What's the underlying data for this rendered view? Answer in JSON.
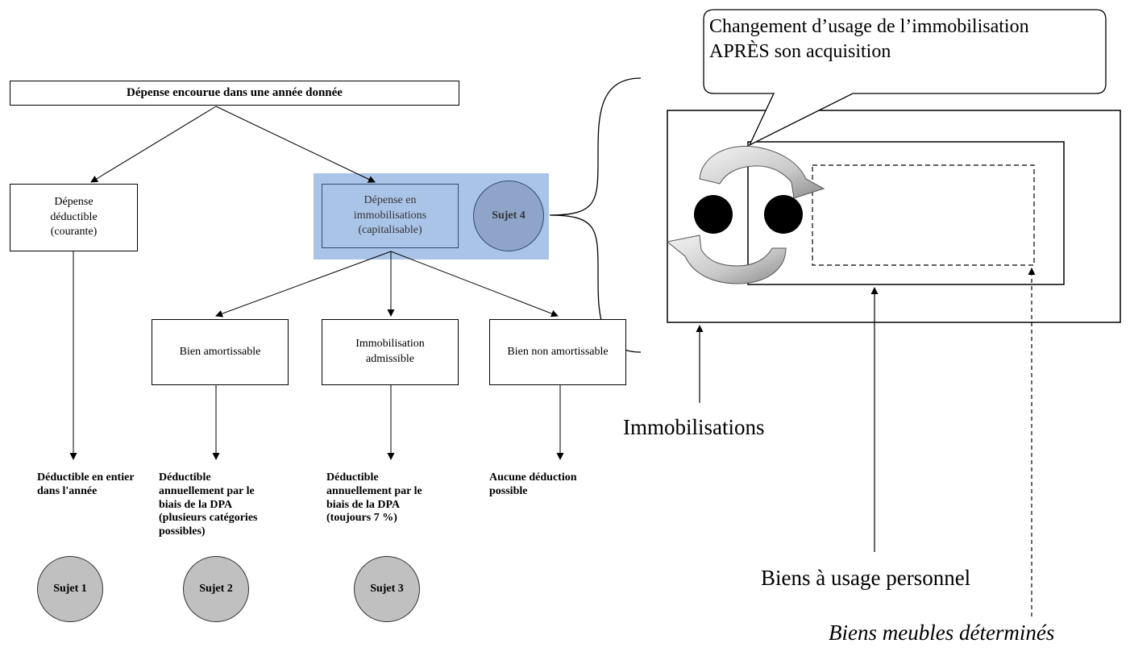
{
  "flowchart": {
    "root": "Dépense encourue dans une année donnée",
    "deductible_box": [
      "Dépense",
      "déductible",
      "(courante)"
    ],
    "capital_box": [
      "Dépense en",
      "immobilisations",
      "(capitalisable)"
    ],
    "sujet4": "Sujet 4",
    "bien_amortissable": "Bien amortissable",
    "immobilisation_admissible": [
      "Immobilisation",
      "admissible"
    ],
    "bien_non_amortissable": "Bien non amortissable",
    "results": {
      "r1": [
        "Déductible en entier",
        "dans l'année"
      ],
      "r2": [
        "Déductible",
        "annuellement par le",
        "biais de la DPA",
        "(plusieurs catégories",
        "possibles)"
      ],
      "r3": [
        "Déductible",
        "annuellement par le",
        "biais de la DPA",
        "(toujours 7 %)"
      ],
      "r4": [
        "Aucune déduction",
        "possible"
      ]
    },
    "sujets": [
      "Sujet 1",
      "Sujet 2",
      "Sujet 3"
    ]
  },
  "diagram_right": {
    "callout_line1": "Changement d’usage de l’immobilisation",
    "callout_line2": "APRÈS son acquisition",
    "immobilisations": "Immobilisations",
    "biens_personnels": "Biens à usage personnel",
    "biens_meubles": "Biens meubles déterminés"
  },
  "colors": {
    "highlight": "#aac4e8",
    "capital_border": "#2e4a72",
    "sujet_grey": "#c0c0c0",
    "sujet4_fill": "#8ea4c8"
  }
}
